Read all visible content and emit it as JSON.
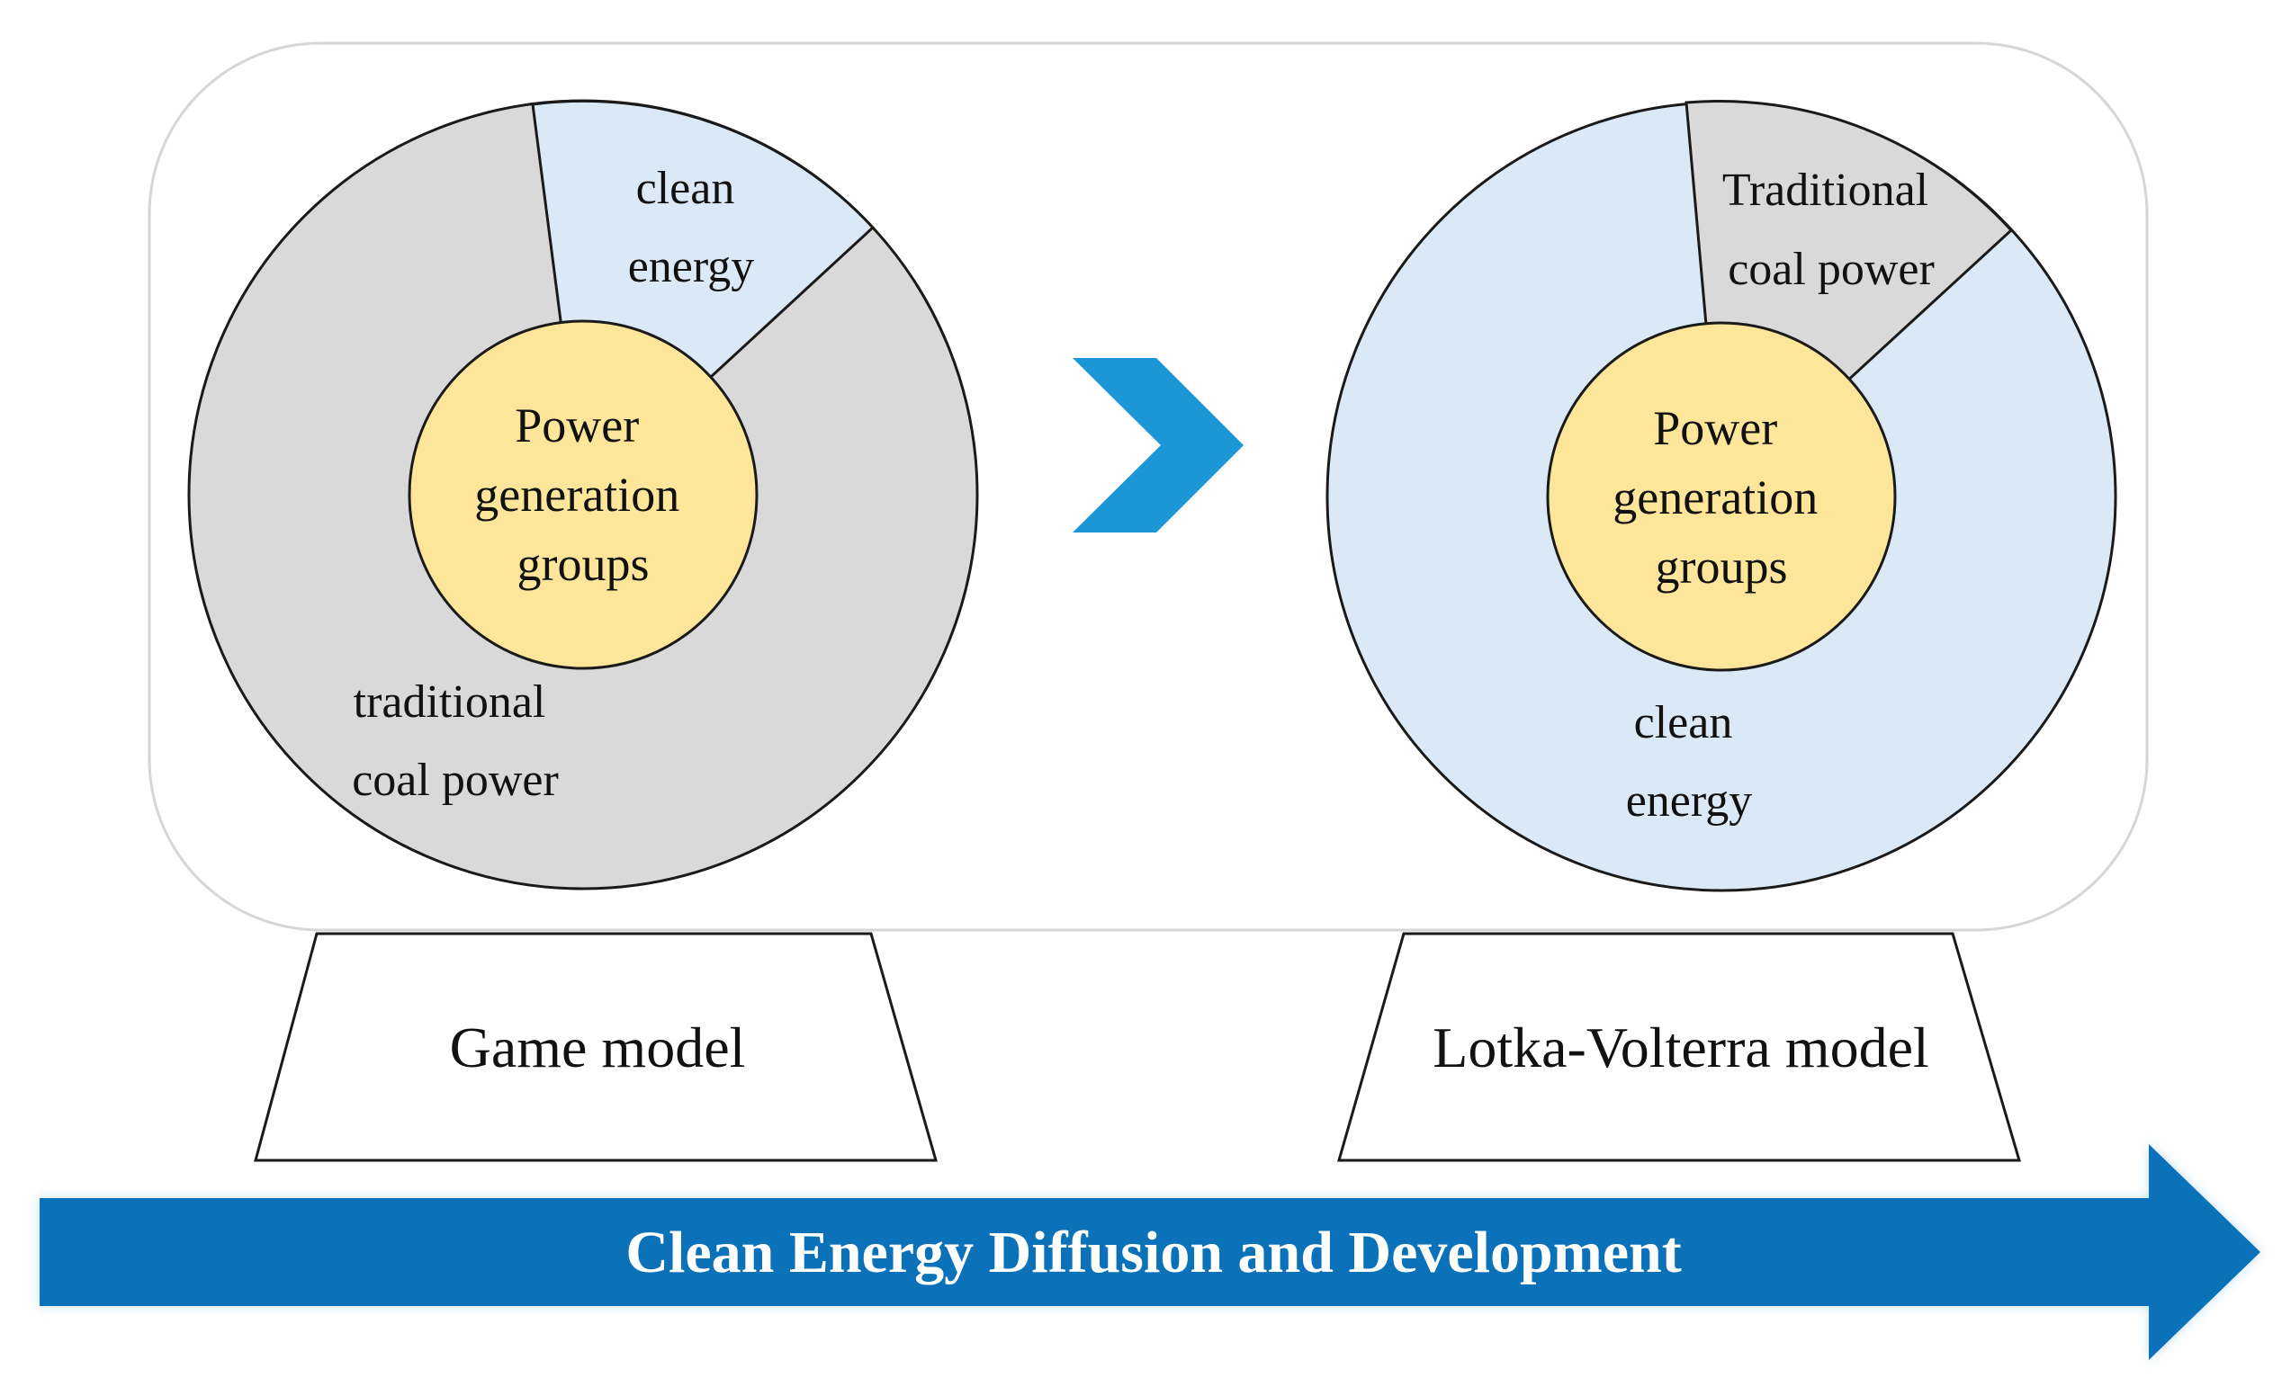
{
  "colors": {
    "coal": "#d9d9d9",
    "clean": "#dbe9f7",
    "center": "#fde59a",
    "chevron": "#1b96d6",
    "banner": "#0b72ba",
    "outline": "#1a1a1a",
    "frame": "#d4d4d4"
  },
  "left_panel": {
    "clean_label": [
      "clean",
      "energy"
    ],
    "coal_label": [
      "traditional",
      "coal power"
    ],
    "center_label": [
      "Power",
      "generation",
      "groups"
    ],
    "model_label": "Game model"
  },
  "right_panel": {
    "coal_label": [
      "Traditional",
      "coal power"
    ],
    "clean_label": [
      "clean",
      "energy"
    ],
    "center_label": [
      "Power",
      "generation",
      "groups"
    ],
    "model_label": "Lotka-Volterra model"
  },
  "transition_icon": "chevron-right-icon",
  "banner": {
    "text": "Clean Energy Diffusion and Development"
  }
}
